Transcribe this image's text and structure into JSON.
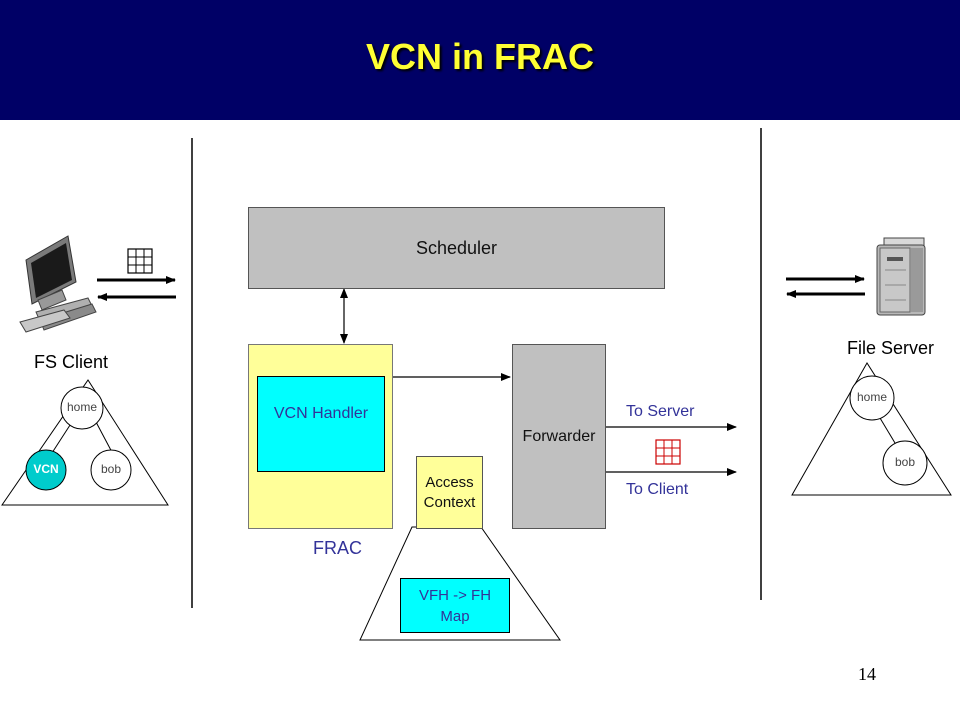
{
  "slide": {
    "title": "VCN in FRAC",
    "page_number": "14"
  },
  "client": {
    "label": "FS Client",
    "tree": {
      "root": "home",
      "left": "VCN",
      "right": "bob"
    }
  },
  "server": {
    "label": "File Server",
    "tree": {
      "root": "home",
      "child": "bob"
    }
  },
  "frac": {
    "scheduler": "Scheduler",
    "vcn_handler": "VCN Handler",
    "frac_label": "FRAC",
    "forwarder": "Forwarder",
    "access_context_line1": "Access",
    "access_context_line2": "Context",
    "vfh_map_line1": "VFH -> FH",
    "vfh_map_line2": "Map",
    "to_server": "To Server",
    "to_client": "To Client"
  },
  "colors": {
    "header_bg": "#000066",
    "title": "#ffff33",
    "scheduler_fill": "#c0c0c0",
    "frac_fill": "#ffff99",
    "cyan_fill": "#00ffff",
    "label_blue": "#333399",
    "vcn_node": "#00cccc"
  },
  "icons": {
    "client_computer": "desktop-computer-icon",
    "file_server": "server-tower-icon",
    "filehandle_grid": "grid-icon"
  }
}
